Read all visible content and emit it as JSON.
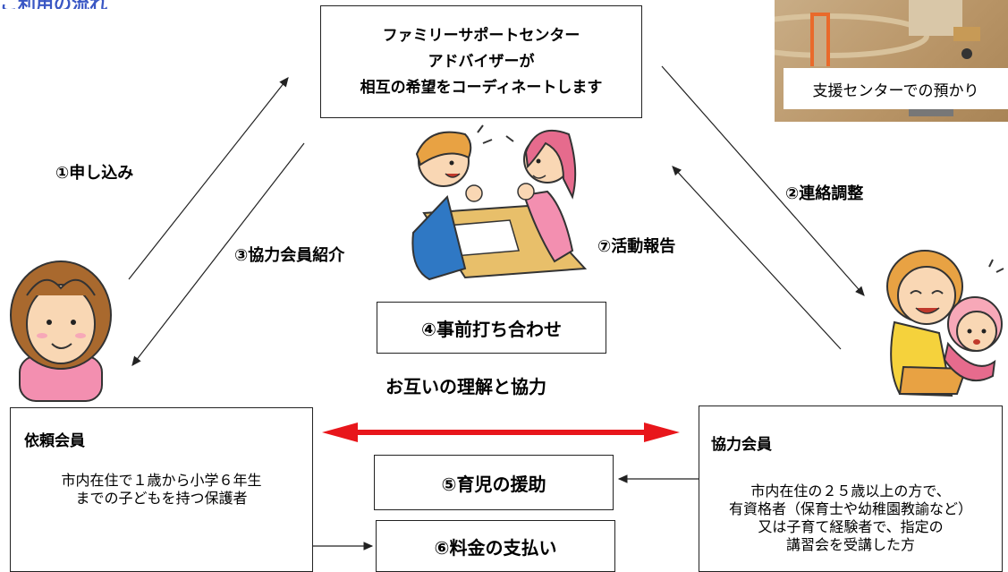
{
  "top_title": "ご利用の流れ",
  "coordinator": {
    "lines": [
      "ファミリーサポートセンター",
      "アドバイザーが",
      "相互の希望をコーディネートします"
    ]
  },
  "photo": {
    "caption": "支援センターでの預かり"
  },
  "steps": {
    "apply": "①申し込み",
    "contact": "②連絡調整",
    "intro": "③協力会員紹介",
    "meeting": "④事前打ち合わせ",
    "support": "⑤育児の援助",
    "payment": "⑥料金の支払い",
    "report": "⑦活動報告"
  },
  "mutual_understanding": "お互いの理解と協力",
  "client_member": {
    "title": "依頼会員",
    "desc_lines": [
      "市内在住で１歳から小学６年生",
      "までの子どもを持つ保護者"
    ]
  },
  "helper_member": {
    "title": "協力会員",
    "desc_lines": [
      "市内在住の２５歳以上の方で、",
      "有資格者（保育士や幼稚園教諭など）",
      "又は子育て経験者で、指定の",
      "講習会を受講した方"
    ]
  },
  "colors": {
    "accent_arrow": "#e8161b",
    "title_blue": "#3a57c4",
    "skin": "#f9d7b4",
    "hair_brown": "#a9692e",
    "pink": "#f38fb0",
    "table": "#e8bf6a"
  },
  "icons": {
    "client": "mother-icon",
    "helper": "helper-hugging-child-icon",
    "advisor": "advisor-meeting-icon"
  }
}
